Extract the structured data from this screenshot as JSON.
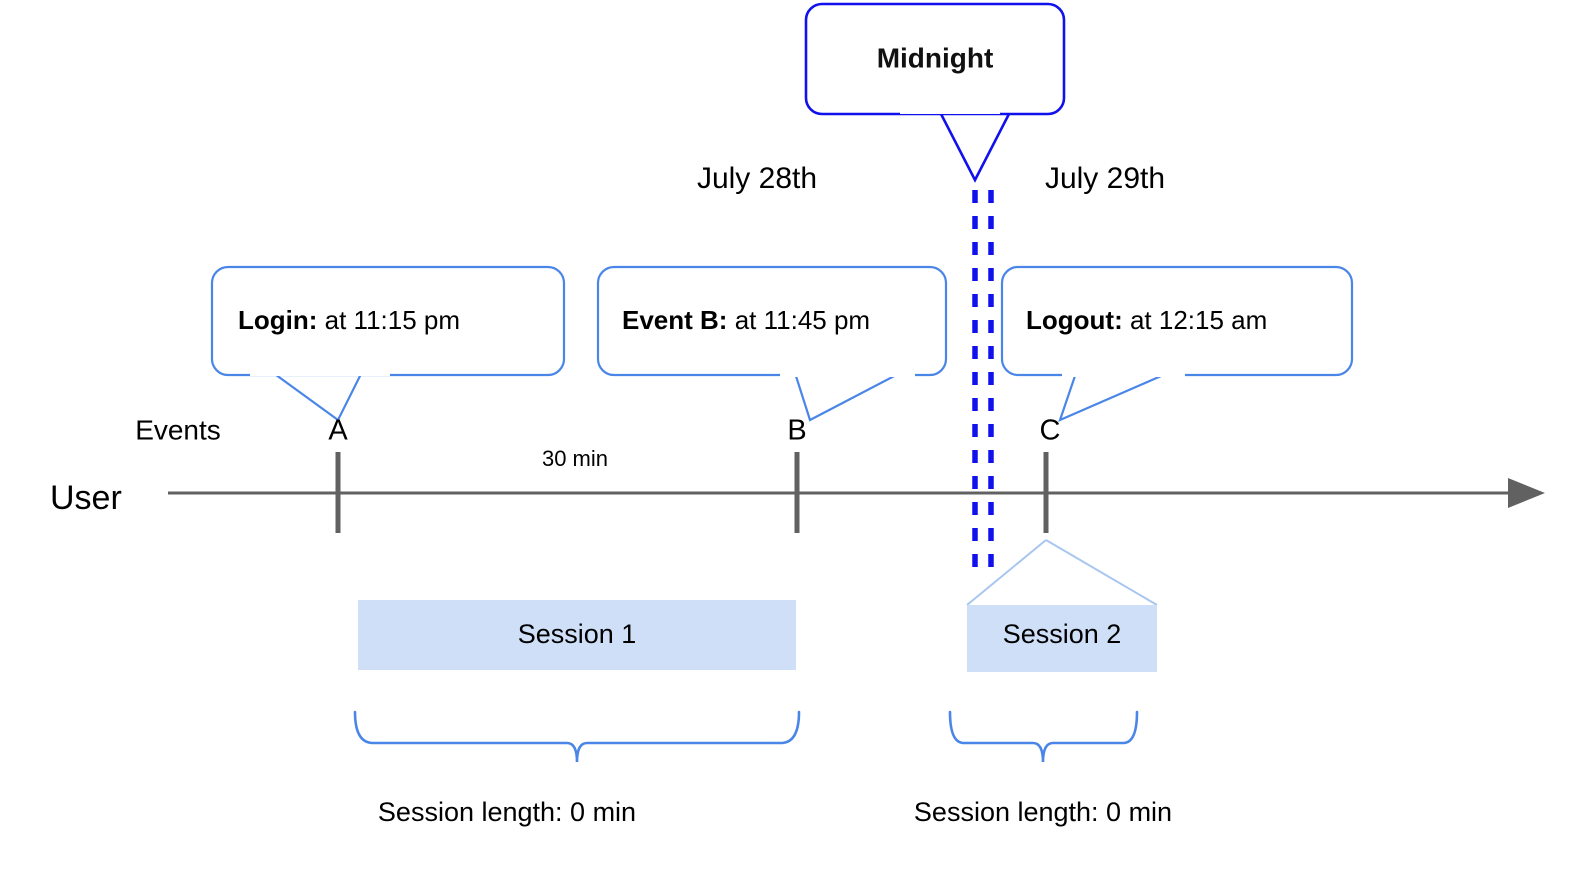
{
  "diagram": {
    "title_row": {
      "user_label": "User",
      "events_label": "Events"
    },
    "midnight_callout": {
      "label": "Midnight"
    },
    "dates": [
      {
        "label": "July 28th"
      },
      {
        "label": "July 29th"
      }
    ],
    "event_callouts": [
      {
        "lead": "Login:",
        "detail": " at 11:15 pm"
      },
      {
        "lead": "Event B:",
        "detail": " at 11:45 pm"
      },
      {
        "lead": "Logout:",
        "detail": " at 12:15 am"
      }
    ],
    "markers": [
      {
        "label": "A"
      },
      {
        "label": "B"
      },
      {
        "label": "C"
      }
    ],
    "gap_label": "30 min",
    "sessions": [
      {
        "label": "Session 1",
        "length_label": "Session length: 0 min"
      },
      {
        "label": "Session 2",
        "length_label": "Session length: 0 min"
      }
    ],
    "colors": {
      "callout_border": "#4a86e8",
      "midnight_border": "#1111ee",
      "axis": "#616161",
      "session_fill": "#cedff7",
      "brace": "#4a86e8",
      "funnel": "#a8c6f0"
    }
  }
}
